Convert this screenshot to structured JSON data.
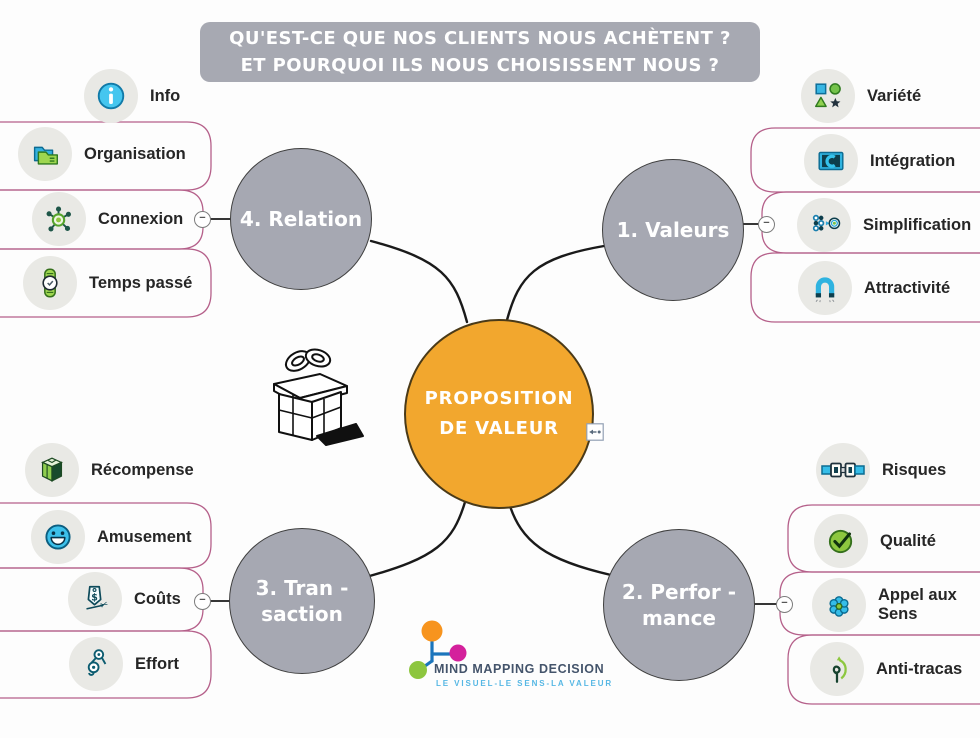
{
  "title": {
    "line1": "QU'EST-CE QUE NOS CLIENTS NOUS ACHÈTENT ?",
    "line2": "ET POURQUOI ILS NOUS CHOISISSENT NOUS ?"
  },
  "center": {
    "line1": "PROPOSITION",
    "line2": "DE VALEUR"
  },
  "nodes": {
    "relation": {
      "line1": "4. Relation",
      "line2": ""
    },
    "valeurs": {
      "line1": "1. Valeurs",
      "line2": ""
    },
    "transaction": {
      "line1": "3. Tran -",
      "line2": "saction"
    },
    "performance": {
      "line1": "2. Perfor -",
      "line2": "mance"
    }
  },
  "items": {
    "info": {
      "label": "Info"
    },
    "organisation": {
      "label": "Organisation"
    },
    "connexion": {
      "label": "Connexion"
    },
    "temps_passe": {
      "label": "Temps passé"
    },
    "variete": {
      "label": "Variété"
    },
    "integration": {
      "label": "Intégration"
    },
    "simplification": {
      "label": "Simplification"
    },
    "attractivite": {
      "label": "Attractivité"
    },
    "recompense": {
      "label": "Récompense"
    },
    "amusement": {
      "label": "Amusement"
    },
    "couts": {
      "label": "Coûts"
    },
    "effort": {
      "label": "Effort"
    },
    "risques": {
      "label": "Risques"
    },
    "qualite": {
      "label": "Qualité"
    },
    "appel_aux_sens": {
      "label": "Appel aux Sens"
    },
    "anti_tracas": {
      "label": "Anti-tracas"
    }
  },
  "logo": {
    "name": "MIND MAPPING DECISION",
    "tagline": "LE VISUEL-LE SENS-LA VALEUR"
  },
  "ui": {
    "minus": "−"
  },
  "icons": {
    "info": "info-circle",
    "organisation": "folders",
    "connexion": "network-hub",
    "temps_passe": "wristwatch",
    "variete": "shapes-square-circle-triangle-star",
    "integration": "screen-with-c",
    "simplification": "dots-arrow-target",
    "attractivite": "magnet",
    "recompense": "gift-cube",
    "amusement": "smiley",
    "couts": "price-tag-scissors",
    "effort": "pulley-hook",
    "risques": "seat-belt",
    "qualite": "check-circle",
    "appel_aux_sens": "flower",
    "anti_tracas": "knot-arrow",
    "collapse": "minus-circle",
    "center_widget": "collapse-left-arrow-box",
    "gift_image": "gift-line-art"
  },
  "colors": {
    "center_fill": "#F2A72E",
    "branch_fill": "#A6A8B2",
    "banner_fill": "#A7A9B2",
    "boundary_stroke": "#B5608A",
    "connector_stroke": "#1A1A1A",
    "accent_blue": "#3CC0EA",
    "accent_green": "#8DC73F",
    "logo_orange": "#F7941E",
    "logo_magenta": "#D4219C",
    "logo_green": "#8DC63F",
    "logo_blue": "#1B75BC",
    "logo_text": "#44546B",
    "logo_tagline": "#56B7E4"
  }
}
